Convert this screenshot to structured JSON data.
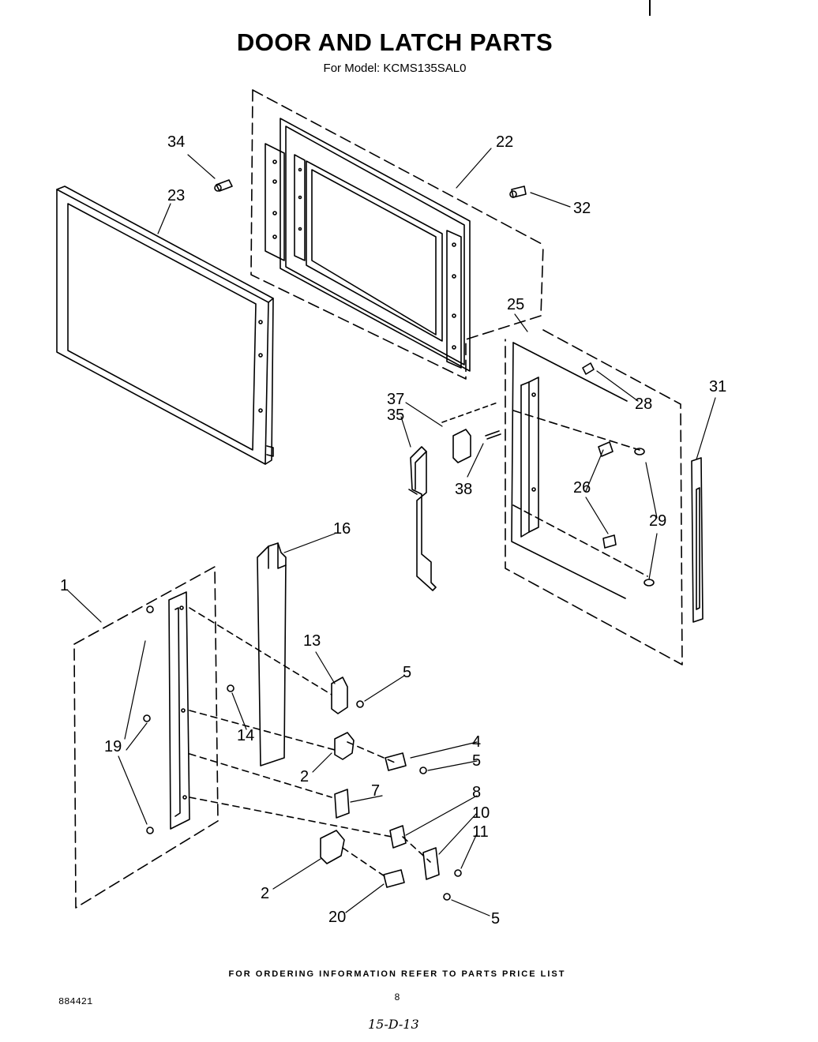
{
  "header": {
    "title": "DOOR AND LATCH PARTS",
    "model": "For Model: KCMS135SAL0"
  },
  "footer": {
    "ordering_note": "FOR ORDERING INFORMATION REFER TO PARTS PRICE LIST",
    "page_number": "8",
    "document_number": "884421",
    "handwritten_note": "15-D-13"
  },
  "callouts": {
    "c34": "34",
    "c22": "22",
    "c23": "23",
    "c32": "32",
    "c25": "25",
    "c31": "31",
    "c37": "37",
    "c35": "35",
    "c28": "28",
    "c38": "38",
    "c26": "26",
    "c29": "29",
    "c16": "16",
    "c1": "1",
    "c13": "13",
    "c5a": "5",
    "c19": "19",
    "c14": "14",
    "c4": "4",
    "c5b": "5",
    "c2a": "2",
    "c7": "7",
    "c8": "8",
    "c10": "10",
    "c11": "11",
    "c2b": "2",
    "c20": "20",
    "c5c": "5"
  }
}
